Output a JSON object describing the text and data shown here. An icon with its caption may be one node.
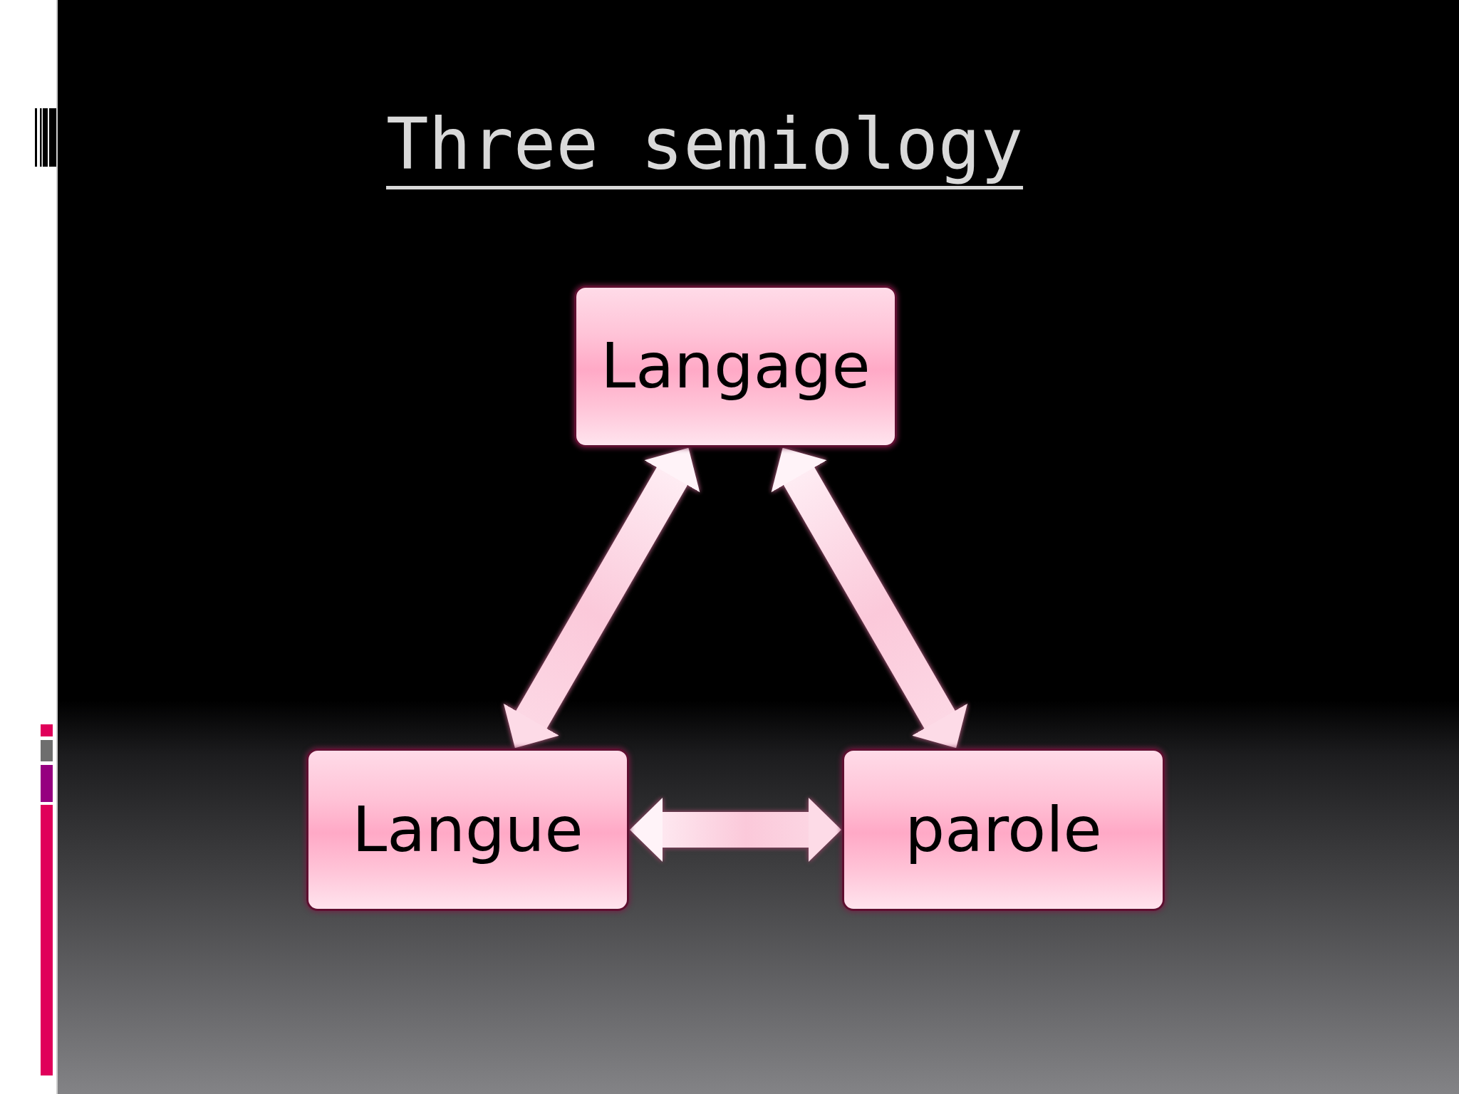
{
  "diagram": {
    "title": "Three semiology",
    "nodes": [
      {
        "text": [
          "Langage"
        ]
      },
      {
        "text": [
          "Langue"
        ]
      },
      {
        "text": [
          "parole"
        ]
      }
    ],
    "edges": [
      {
        "from": 0,
        "to": 1,
        "arrow": "both"
      },
      {
        "from": 0,
        "to": 2,
        "arrow": "both"
      },
      {
        "from": 1,
        "to": 2,
        "arrow": "both"
      }
    ]
  }
}
